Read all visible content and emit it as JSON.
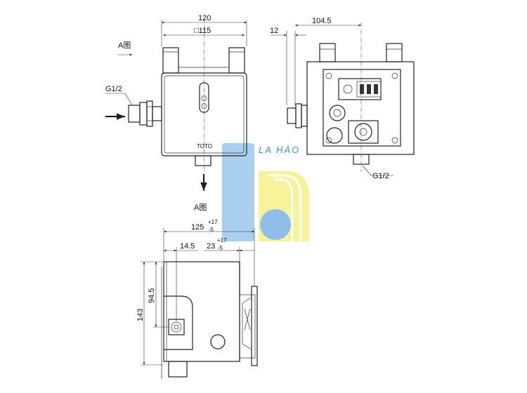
{
  "front_view": {
    "dim_width_outer": "120",
    "dim_width_inner": "□115",
    "label_view": "A图",
    "label_thread": "G1/2",
    "brand_mark": "TOTO"
  },
  "back_view": {
    "dim_offset": "12",
    "dim_distance": "104.5",
    "label_thread": "G1/2"
  },
  "side_view": {
    "label_view": "A图",
    "dim_depth": "125",
    "dim_depth_tol_plus": "+17",
    "dim_depth_tol_minus": "-5",
    "dim_offset_left": "14.5",
    "dim_offset_right": "23",
    "dim_offset_right_tol_plus": "+17",
    "dim_offset_right_tol_minus": "-5",
    "dim_height_total": "143",
    "dim_height_inlet": "94.5"
  },
  "watermark": {
    "text": "LA HÀO",
    "colors": {
      "blue": "#8fbfe8",
      "yellow": "#f3f08a"
    }
  }
}
